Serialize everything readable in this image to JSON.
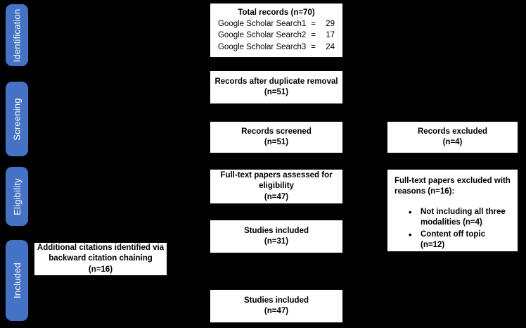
{
  "diagram": {
    "type": "prisma-flow-diagram",
    "background_color": "#000000",
    "box_fill": "#FFFFFF",
    "box_text_color": "#000000",
    "stage_tab_color": "#4472C4",
    "stage_tab_text_color": "#FFFFFF"
  },
  "stages": [
    {
      "label": "Identification"
    },
    {
      "label": "Screening"
    },
    {
      "label": "Eligibility"
    },
    {
      "label": "Included"
    }
  ],
  "boxes": {
    "total_records": {
      "title": "Total records (n=70)",
      "rows": [
        {
          "source": "Google Scholar Search1",
          "eq": "=",
          "count": "29"
        },
        {
          "source": "Google Scholar Search2",
          "eq": "=",
          "count": "17"
        },
        {
          "source": "Google Scholar Search3",
          "eq": "=",
          "count": "24"
        }
      ]
    },
    "after_duplicates": {
      "line1": "Records after duplicate removal",
      "line2": "(n=51)"
    },
    "records_screened": {
      "line1": "Records screened",
      "line2": "(n=51)"
    },
    "records_excluded": {
      "line1": "Records excluded",
      "line2": "(n=4)"
    },
    "fulltext_assessed": {
      "line1": "Full-text papers assessed for",
      "line2": "eligibility",
      "line3": "(n=47)"
    },
    "fulltext_excluded": {
      "head_line1": "Full-text papers excluded with",
      "head_line2": "reasons (n=16):",
      "reasons": [
        "Not including all three modalities (n=4)",
        "Content off topic (n=12)"
      ]
    },
    "studies_included_31": {
      "line1": "Studies included",
      "line2": "(n=31)"
    },
    "additional_citations": {
      "line1": "Additional citations identified via",
      "line2": "backward citation chaining",
      "line3": "(n=16)"
    },
    "studies_included_47": {
      "line1": "Studies included",
      "line2": "(n=47)"
    }
  }
}
